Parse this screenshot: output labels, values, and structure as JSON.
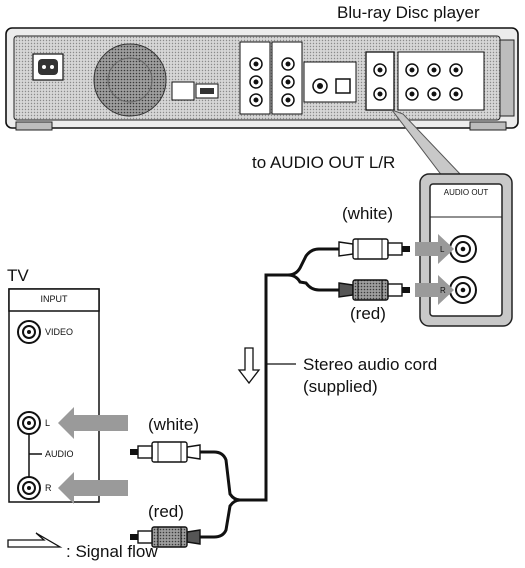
{
  "player": {
    "title": "Blu-ray Disc player",
    "port_label": "to AUDIO OUT L/R",
    "callout_header": "AUDIO OUT",
    "callout_l": "L",
    "callout_r": "R"
  },
  "cable_top": {
    "white": "(white)",
    "red": "(red)"
  },
  "cable_bottom": {
    "white": "(white)",
    "red": "(red)"
  },
  "cord": {
    "line1": "Stereo audio cord",
    "line2": "(supplied)"
  },
  "tv": {
    "title": "TV",
    "input_header": "INPUT",
    "video": "VIDEO",
    "l": "L",
    "audio": "AUDIO",
    "r": "R"
  },
  "legend": {
    "signal_flow": ": Signal flow"
  },
  "colors": {
    "white_plug": "#ffffff",
    "red_plug": "#555555",
    "arrow": "#9a9a9a",
    "panel": "#c8c8c8"
  }
}
